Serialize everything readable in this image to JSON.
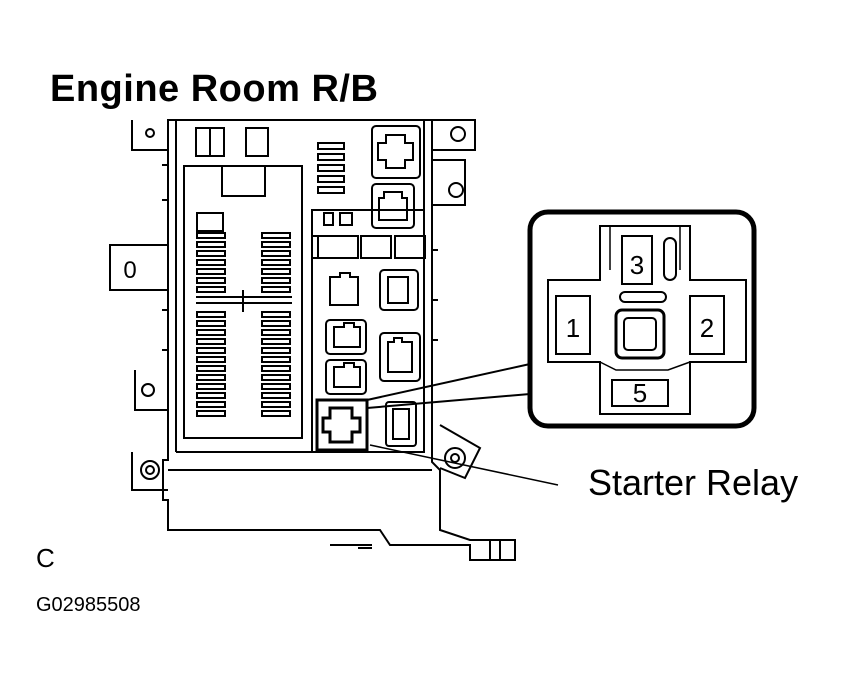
{
  "title": "Engine Room R/B",
  "callout_label": "Starter Relay",
  "view_letter": "C",
  "figure_code": "G02985508",
  "mount_tab_label": "0",
  "relay_pins": [
    {
      "id": "pin-1",
      "label": "1"
    },
    {
      "id": "pin-2",
      "label": "2"
    },
    {
      "id": "pin-3",
      "label": "3"
    },
    {
      "id": "pin-5",
      "label": "5"
    }
  ],
  "colors": {
    "line": "#000000",
    "background": "#ffffff"
  }
}
